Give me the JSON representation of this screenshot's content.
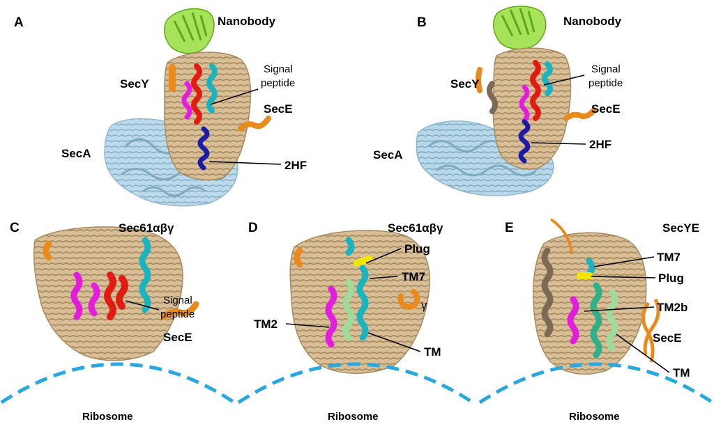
{
  "panels": {
    "A": {
      "letter": "A",
      "nanobody": "Nanobody",
      "secy": "SecY",
      "signal_1": "Signal",
      "signal_2": "peptide",
      "sece": "SecE",
      "seca": "SecA",
      "hf": "2HF"
    },
    "B": {
      "letter": "B",
      "nanobody": "Nanobody",
      "secy": "SecY",
      "signal_1": "Signal",
      "signal_2": "peptide",
      "sece": "SecE",
      "seca": "SecA",
      "hf": "2HF"
    },
    "C": {
      "letter": "C",
      "title": "Sec61αβγ",
      "signal_1": "Signal",
      "signal_2": "peptide",
      "sece": "SecE",
      "ribosome": "Ribosome"
    },
    "D": {
      "letter": "D",
      "title": "Sec61αβγ",
      "plug": "Plug",
      "tm7": "TM7",
      "tm2": "TM2",
      "gamma": "γ",
      "tm": "TM",
      "ribosome": "Ribosome"
    },
    "E": {
      "letter": "E",
      "title": "SecYE",
      "tm7": "TM7",
      "plug": "Plug",
      "tm2b": "TM2b",
      "sece": "SecE",
      "tm": "TM",
      "ribosome": "Ribosome"
    }
  },
  "colors": {
    "secy_tan": "#d8bf98",
    "seca_lightblue": "#b9d9ea",
    "nanobody_green": "#7fd321",
    "sece_orange": "#e88a1c",
    "signal_red": "#e01c10",
    "tm_cyan": "#19b4bf",
    "magenta": "#e21de0",
    "helix_navy": "#1d1aa6",
    "plug_yellow": "#f2e600",
    "tm_lightgreen": "#9edc9e",
    "ribosome_dash": "#29a8e0"
  }
}
